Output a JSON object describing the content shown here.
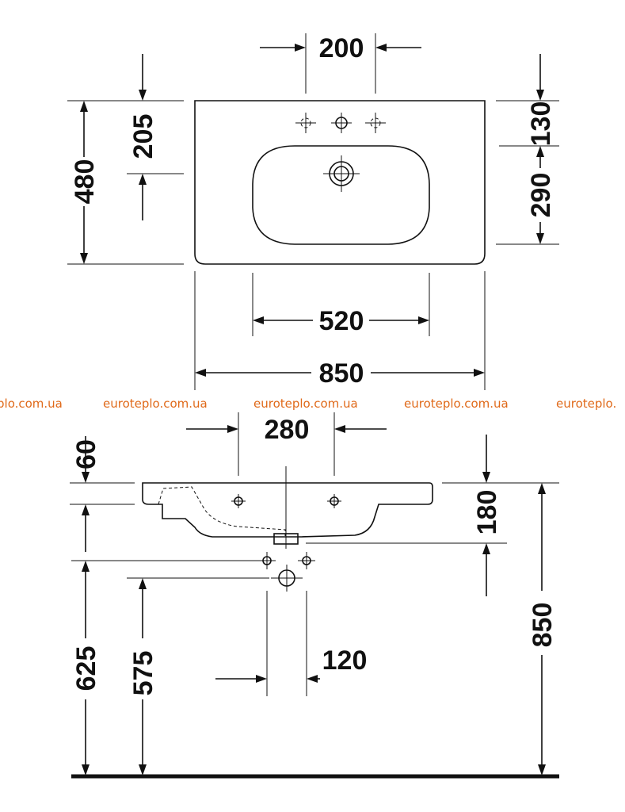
{
  "top_view": {
    "dims": {
      "tap_spacing": "200",
      "tap_offset": "205",
      "depth": "480",
      "top_to_bowl": "130",
      "bowl_depth": "290",
      "bowl_width": "520",
      "overall_width": "850"
    }
  },
  "watermarks": [
    "plo.com.ua",
    "euroteplo.com.ua",
    "euroteplo.com.ua",
    "euroteplo.com.ua",
    "euroteplo."
  ],
  "side_view": {
    "dims": {
      "overflow_spacing": "280",
      "rim_height": "60",
      "basin_height": "180",
      "height_625": "625",
      "height_575": "575",
      "pipe_spacing": "120",
      "total_height": "850"
    }
  }
}
